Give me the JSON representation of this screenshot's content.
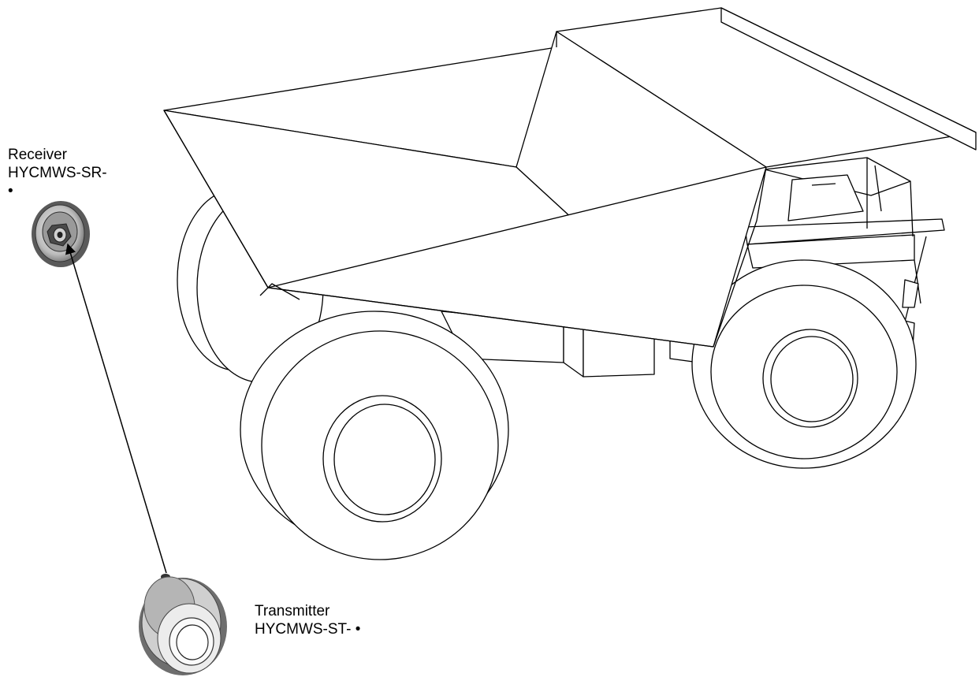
{
  "receiver": {
    "title": "Receiver",
    "model": "HYCMWS-SR-",
    "bullet": "•"
  },
  "transmitter": {
    "title": "Transmitter",
    "model": "HYCMWS-ST-",
    "bullet": "•"
  },
  "colors": {
    "line": "#000000",
    "sensor_body": "#d9d9d9",
    "sensor_dark": "#3a3a3a",
    "background": "#ffffff"
  },
  "icons": {
    "truck": "haul-truck-icon",
    "receiver": "receiver-sensor-icon",
    "transmitter": "transmitter-sensor-icon",
    "beam": "signal-arrow-icon"
  }
}
